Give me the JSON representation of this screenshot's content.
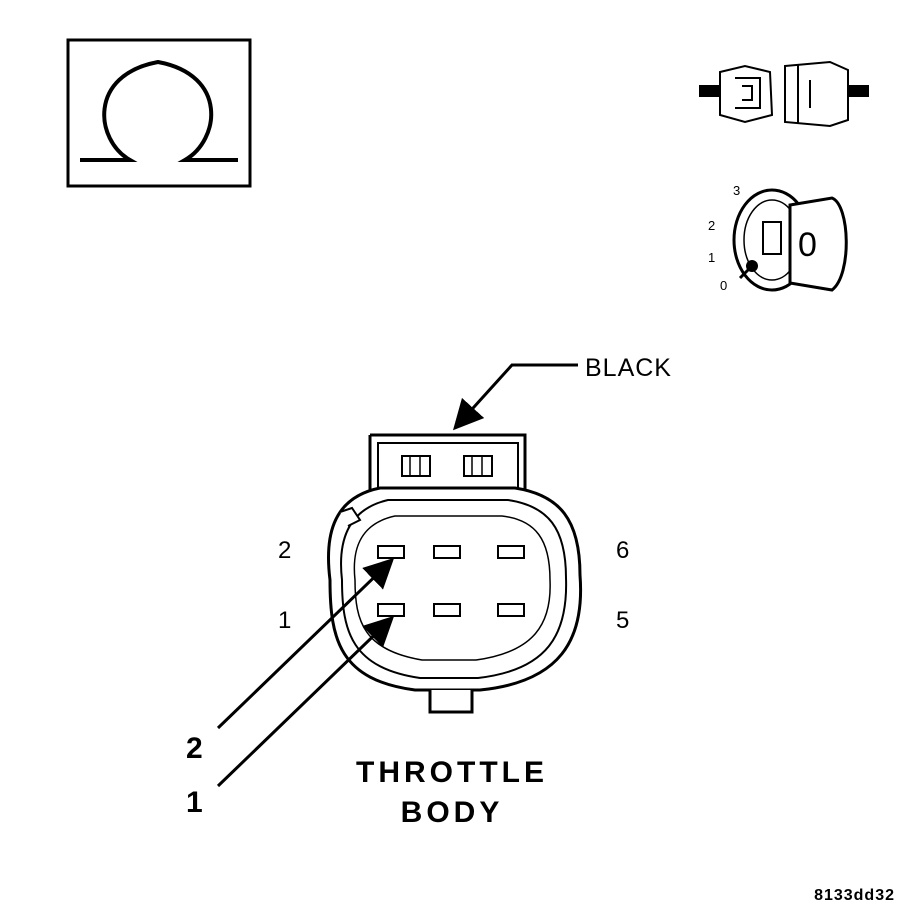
{
  "connector": {
    "color_label": "BLACK",
    "title_line1": "THROTTLE",
    "title_line2": "BODY",
    "pin_labels": {
      "top_left": "2",
      "bottom_left": "1",
      "top_right": "6",
      "bottom_right": "5"
    }
  },
  "callouts": {
    "first": "2",
    "second": "1"
  },
  "ignition_positions": [
    "3",
    "2",
    "1",
    "0"
  ],
  "ignition_key_label": "0",
  "ohmmeter_icon": "ohm-symbol-icon",
  "disconnect_icon": "connector-disconnect-icon",
  "ignition_icon": "ignition-key-off-icon",
  "figure_ref": "8133dd32"
}
